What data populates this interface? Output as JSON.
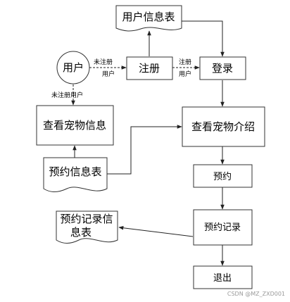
{
  "nodes": {
    "user": "用户",
    "user_info_table": "用户信息表",
    "register": "注册",
    "login": "登录",
    "view_pet_info": "查看宠物信息",
    "view_pet_intro": "查看宠物介绍",
    "booking_info_table": "预约信息表",
    "book": "预约",
    "booking_record": "预约记录",
    "booking_record_doc_line1": "预约记录信",
    "booking_record_doc_line2": "息表",
    "exit": "退出"
  },
  "edge_labels": {
    "user_to_register_line1": "未注册",
    "user_to_register_line2": "用户",
    "register_to_login_line1": "注册",
    "register_to_login_line2": "用户",
    "user_to_view_info": "未注册用户"
  },
  "watermark": "CSDN @MZ_ZXD001"
}
